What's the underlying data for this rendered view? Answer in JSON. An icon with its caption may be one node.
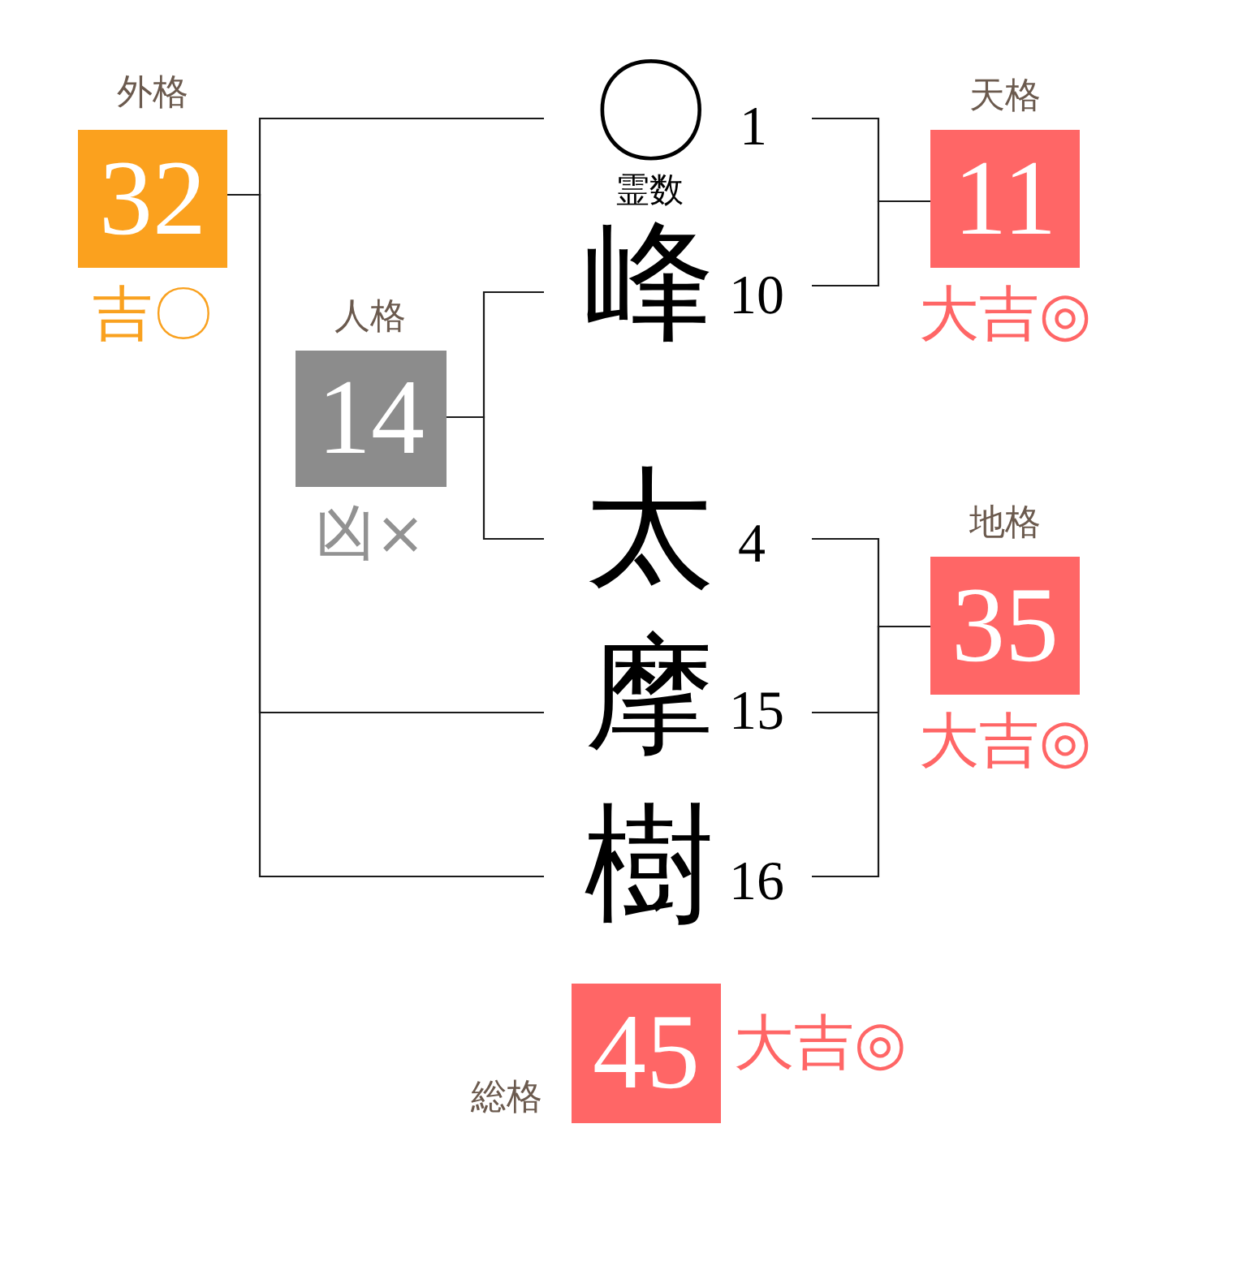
{
  "diagram": {
    "nodes": [
      {
        "text": [
          "外格",
          "32"
        ],
        "beside": [
          "吉〇"
        ]
      },
      {
        "text": [
          "〇"
        ],
        "beside": [
          "1",
          "霊数"
        ]
      },
      {
        "text": [
          "天格",
          "11"
        ],
        "beside": [
          "大吉◎"
        ]
      },
      {
        "text": [
          "峰"
        ],
        "beside": [
          "10"
        ]
      },
      {
        "text": [
          "人格",
          "14"
        ],
        "beside": [
          "凶×"
        ]
      },
      {
        "text": [
          "太"
        ],
        "beside": [
          "4"
        ]
      },
      {
        "text": [
          "地格",
          "35"
        ],
        "beside": [
          "大吉◎"
        ]
      },
      {
        "text": [
          "摩"
        ],
        "beside": [
          "15"
        ]
      },
      {
        "text": [
          "樹"
        ],
        "beside": [
          "16"
        ]
      },
      {
        "text": [
          "総格",
          "45"
        ],
        "beside": [
          "大吉◎"
        ]
      }
    ],
    "edges": [
      {
        "from": 1,
        "to": 0,
        "arrow": "none"
      },
      {
        "from": 7,
        "to": 0,
        "arrow": "none"
      },
      {
        "from": 8,
        "to": 0,
        "arrow": "none"
      },
      {
        "from": 1,
        "to": 2,
        "arrow": "none"
      },
      {
        "from": 3,
        "to": 2,
        "arrow": "none"
      },
      {
        "from": 3,
        "to": 4,
        "arrow": "none"
      },
      {
        "from": 5,
        "to": 4,
        "arrow": "none"
      },
      {
        "from": 5,
        "to": 6,
        "arrow": "none"
      },
      {
        "from": 7,
        "to": 6,
        "arrow": "none"
      },
      {
        "from": 8,
        "to": 6,
        "arrow": "none"
      }
    ]
  }
}
